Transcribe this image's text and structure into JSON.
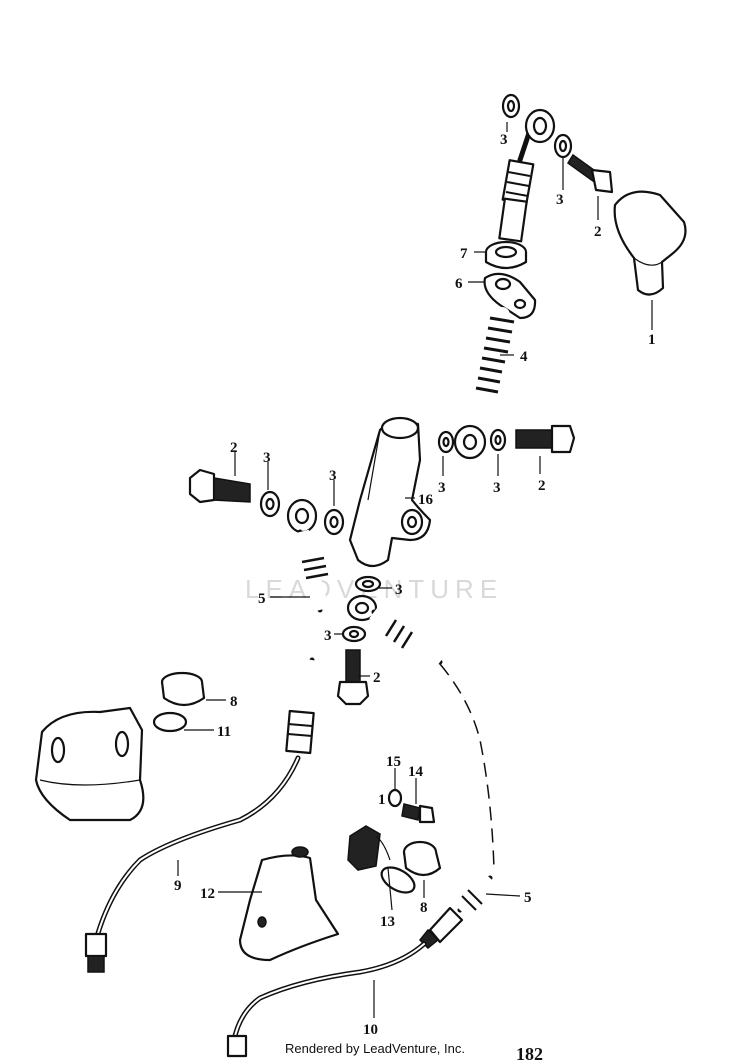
{
  "watermark": "LEADVENTURE",
  "footer_text": "Rendered by LeadVenture, Inc.",
  "corner_number": "182",
  "callouts": [
    {
      "id": "c-3-top",
      "text": "3"
    },
    {
      "id": "c-3-top2",
      "text": "3"
    },
    {
      "id": "c-2-top",
      "text": "2"
    },
    {
      "id": "c-7",
      "text": "7"
    },
    {
      "id": "c-6",
      "text": "6"
    },
    {
      "id": "c-1",
      "text": "1"
    },
    {
      "id": "c-4",
      "text": "4"
    },
    {
      "id": "c-2-left",
      "text": "2"
    },
    {
      "id": "c-3-left",
      "text": "3"
    },
    {
      "id": "c-3-mid",
      "text": "3"
    },
    {
      "id": "c-16",
      "text": "16"
    },
    {
      "id": "c-3-mr",
      "text": "3"
    },
    {
      "id": "c-3-r",
      "text": "3"
    },
    {
      "id": "c-2-r",
      "text": "2"
    },
    {
      "id": "c-5-left",
      "text": "5"
    },
    {
      "id": "c-3-under",
      "text": "3"
    },
    {
      "id": "c-3-under2",
      "text": "3"
    },
    {
      "id": "c-2-lower",
      "text": "2"
    },
    {
      "id": "c-8-left",
      "text": "8"
    },
    {
      "id": "c-11",
      "text": "11"
    },
    {
      "id": "c-15",
      "text": "15"
    },
    {
      "id": "c-14",
      "text": "14"
    },
    {
      "id": "c-1-lower",
      "text": "1"
    },
    {
      "id": "c-9",
      "text": "9"
    },
    {
      "id": "c-12",
      "text": "12"
    },
    {
      "id": "c-13",
      "text": "13"
    },
    {
      "id": "c-8-lower",
      "text": "8"
    },
    {
      "id": "c-5-lower",
      "text": "5"
    },
    {
      "id": "c-10",
      "text": "10"
    }
  ]
}
